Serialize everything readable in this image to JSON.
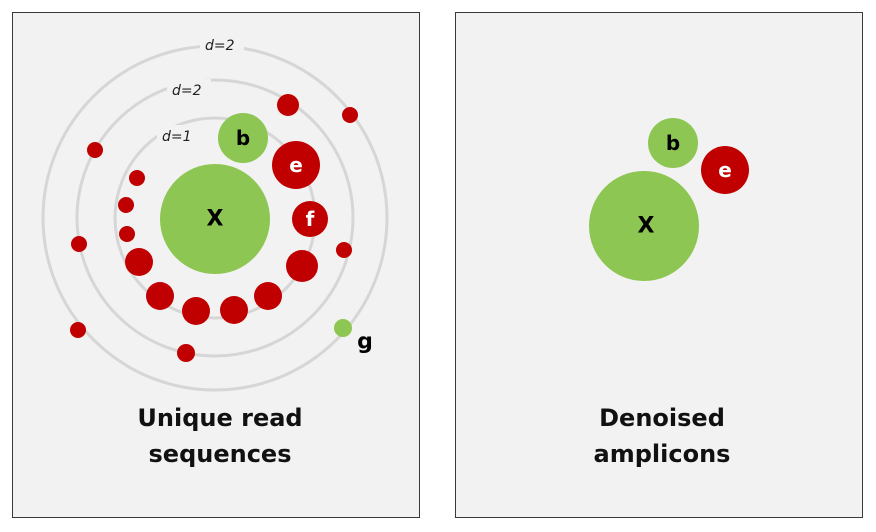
{
  "left_panel": {
    "caption_line1": "Unique read",
    "caption_line2": "sequences",
    "ring_labels": [
      "d=1",
      "d=2",
      "d=2"
    ],
    "center_label": "X",
    "labeled_nodes": [
      "b",
      "e",
      "f",
      "g"
    ]
  },
  "right_panel": {
    "caption_line1": "Denoised",
    "caption_line2": "amplicons",
    "center_label": "X",
    "labeled_nodes": [
      "b",
      "e"
    ]
  },
  "colors": {
    "green": "#8dc653",
    "red": "#c00000",
    "ring": "#d6d6d6",
    "panel_bg": "#f2f2f2"
  }
}
